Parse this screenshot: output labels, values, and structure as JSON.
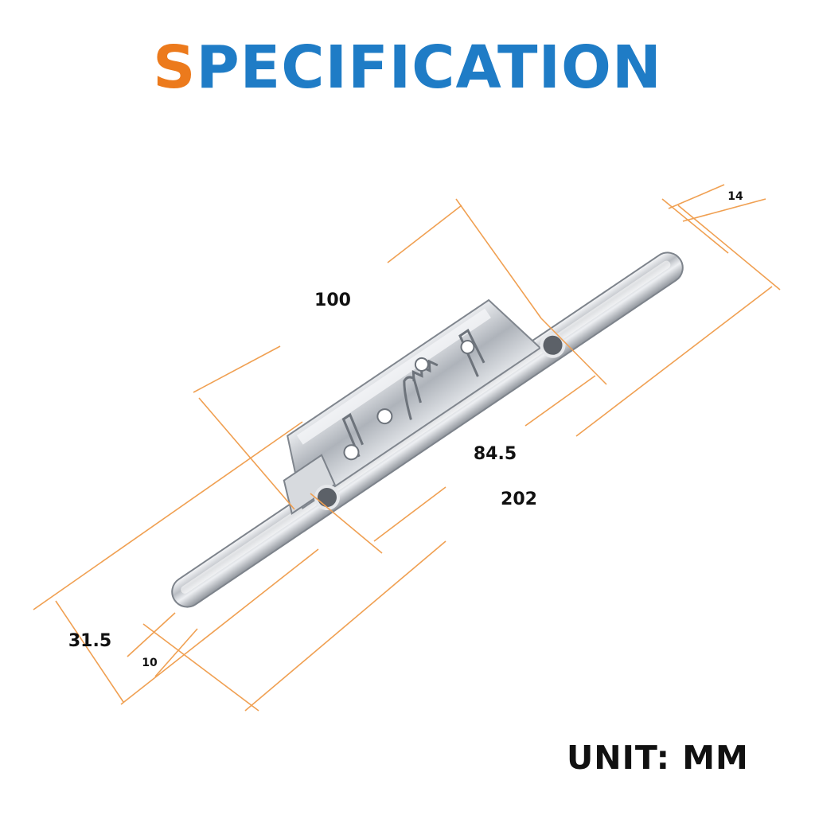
{
  "title": {
    "first_letter": "S",
    "rest": "PECIFICATION"
  },
  "colors": {
    "title_first": "#ec7a1c",
    "title_rest": "#1f7cc6",
    "dimension_line": "#f0a052",
    "metal": "#c8cbd0"
  },
  "dimensions": {
    "length_100": "100",
    "length_84_5": "84.5",
    "length_202": "202",
    "height_31_5": "31.5",
    "hole_10": "10",
    "width_14": "14"
  },
  "unit_label": "UNIT: MM"
}
